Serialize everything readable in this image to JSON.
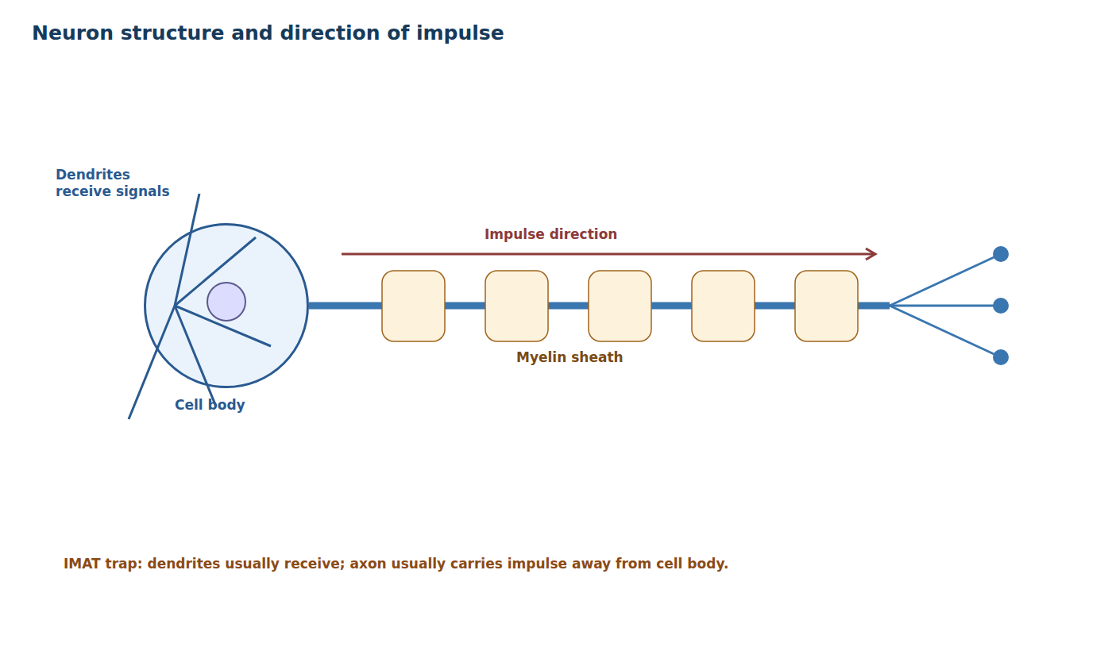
{
  "diagram": {
    "title": "Neuron structure and direction of impulse",
    "caption": "IMAT trap: dendrites usually receive; axon usually carries impulse away from cell body.",
    "nodes": [
      {
        "text": [
          "Cell body"
        ]
      }
    ],
    "labels": [
      "Dendrites receive signals",
      "Impulse direction",
      "Myelin sheath"
    ]
  }
}
